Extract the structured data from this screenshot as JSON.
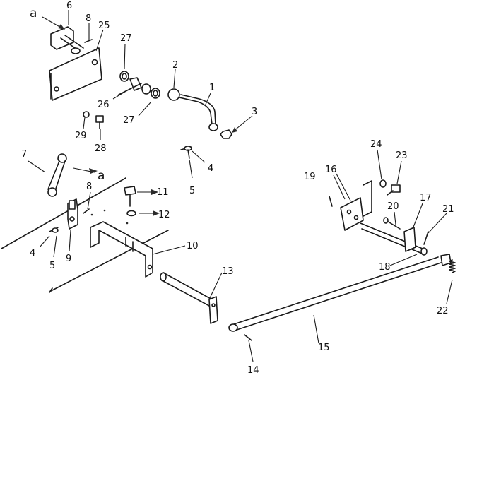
{
  "labels": {
    "a_top": "a",
    "a_mid": "a",
    "p1": "1",
    "p2": "2",
    "p3": "3",
    "p4a": "4",
    "p4b": "4",
    "p5a": "5",
    "p5b": "5",
    "p6": "6",
    "p7": "7",
    "p8a": "8",
    "p8b": "8",
    "p9": "9",
    "p10": "10",
    "p11": "11",
    "p12": "12",
    "p13": "13",
    "p14": "14",
    "p15": "15",
    "p16": "16",
    "p17": "17",
    "p18": "18",
    "p19": "19",
    "p20": "20",
    "p21": "21",
    "p22": "22",
    "p23": "23",
    "p24": "24",
    "p25": "25",
    "p26": "26",
    "p27a": "27",
    "p27b": "27",
    "p28": "28",
    "p29": "29"
  },
  "colors": {
    "line": "#1a1a1a",
    "background": "#ffffff"
  }
}
